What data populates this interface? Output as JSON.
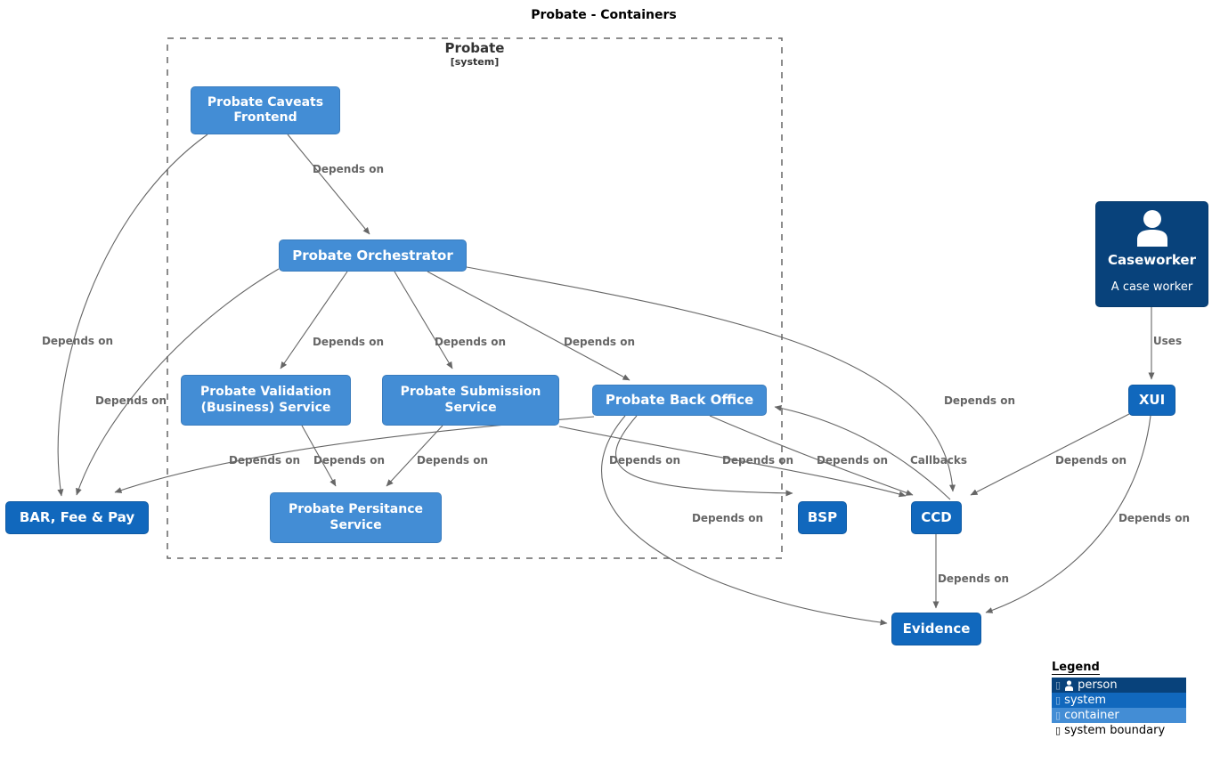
{
  "title": "Probate - Containers",
  "boundary": {
    "label": "Probate",
    "sublabel": "[system]"
  },
  "nodes": {
    "caveats_frontend": {
      "label": "Probate Caveats Frontend",
      "type": "container"
    },
    "orchestrator": {
      "label": "Probate Orchestrator",
      "type": "container"
    },
    "validation": {
      "label": "Probate Validation (Business) Service",
      "type": "container"
    },
    "submission": {
      "label": "Probate Submission Service",
      "type": "container"
    },
    "back_office": {
      "label": "Probate Back Office",
      "type": "container"
    },
    "persistence": {
      "label": "Probate Persitance Service",
      "type": "container"
    },
    "bar_fee_pay": {
      "label": "BAR, Fee & Pay",
      "type": "system"
    },
    "bsp": {
      "label": "BSP",
      "type": "system"
    },
    "ccd": {
      "label": "CCD",
      "type": "system"
    },
    "evidence": {
      "label": "Evidence",
      "type": "system"
    },
    "xui": {
      "label": "XUI",
      "type": "system"
    },
    "caseworker": {
      "label": "Caseworker",
      "description": "A case worker",
      "type": "person"
    }
  },
  "edges": {
    "caveats_orchestrator": {
      "from": "caveats_frontend",
      "to": "orchestrator",
      "label": "Depends on"
    },
    "caveats_bar": {
      "from": "caveats_frontend",
      "to": "bar_fee_pay",
      "label": "Depends on"
    },
    "orch_validation": {
      "from": "orchestrator",
      "to": "validation",
      "label": "Depends on"
    },
    "orch_submission": {
      "from": "orchestrator",
      "to": "submission",
      "label": "Depends on"
    },
    "orch_backoffice": {
      "from": "orchestrator",
      "to": "back_office",
      "label": "Depends on"
    },
    "orch_bar": {
      "from": "orchestrator",
      "to": "bar_fee_pay",
      "label": "Depends on"
    },
    "orch_ccd": {
      "from": "orchestrator",
      "to": "ccd",
      "label": "Depends on"
    },
    "validation_pers": {
      "from": "validation",
      "to": "persistence",
      "label": "Depends on"
    },
    "submission_pers": {
      "from": "submission",
      "to": "persistence",
      "label": "Depends on"
    },
    "submission_ccd": {
      "from": "submission",
      "to": "ccd",
      "label": "Depends on"
    },
    "backoffice_bar": {
      "from": "back_office",
      "to": "bar_fee_pay",
      "label": "Depends on"
    },
    "backoffice_bsp": {
      "from": "back_office",
      "to": "bsp",
      "label": "Depends on"
    },
    "backoffice_ccd": {
      "from": "back_office",
      "to": "ccd",
      "label": "Depends on"
    },
    "backoffice_evidence": {
      "from": "back_office",
      "to": "evidence",
      "label": "Depends on"
    },
    "ccd_backoffice": {
      "from": "ccd",
      "to": "back_office",
      "label": "Callbacks"
    },
    "ccd_evidence": {
      "from": "ccd",
      "to": "evidence",
      "label": "Depends on"
    },
    "xui_ccd": {
      "from": "xui",
      "to": "ccd",
      "label": "Depends on"
    },
    "xui_evidence": {
      "from": "xui",
      "to": "evidence",
      "label": "Depends on"
    },
    "caseworker_xui": {
      "from": "caseworker",
      "to": "xui",
      "label": "Uses"
    }
  },
  "legend": {
    "title": "Legend",
    "items": [
      {
        "label": "person"
      },
      {
        "label": "system"
      },
      {
        "label": "container"
      },
      {
        "label": "system boundary"
      }
    ]
  },
  "colors": {
    "person": "#08427b",
    "system": "#1168bd",
    "container": "#438dd5",
    "line": "#666666"
  }
}
